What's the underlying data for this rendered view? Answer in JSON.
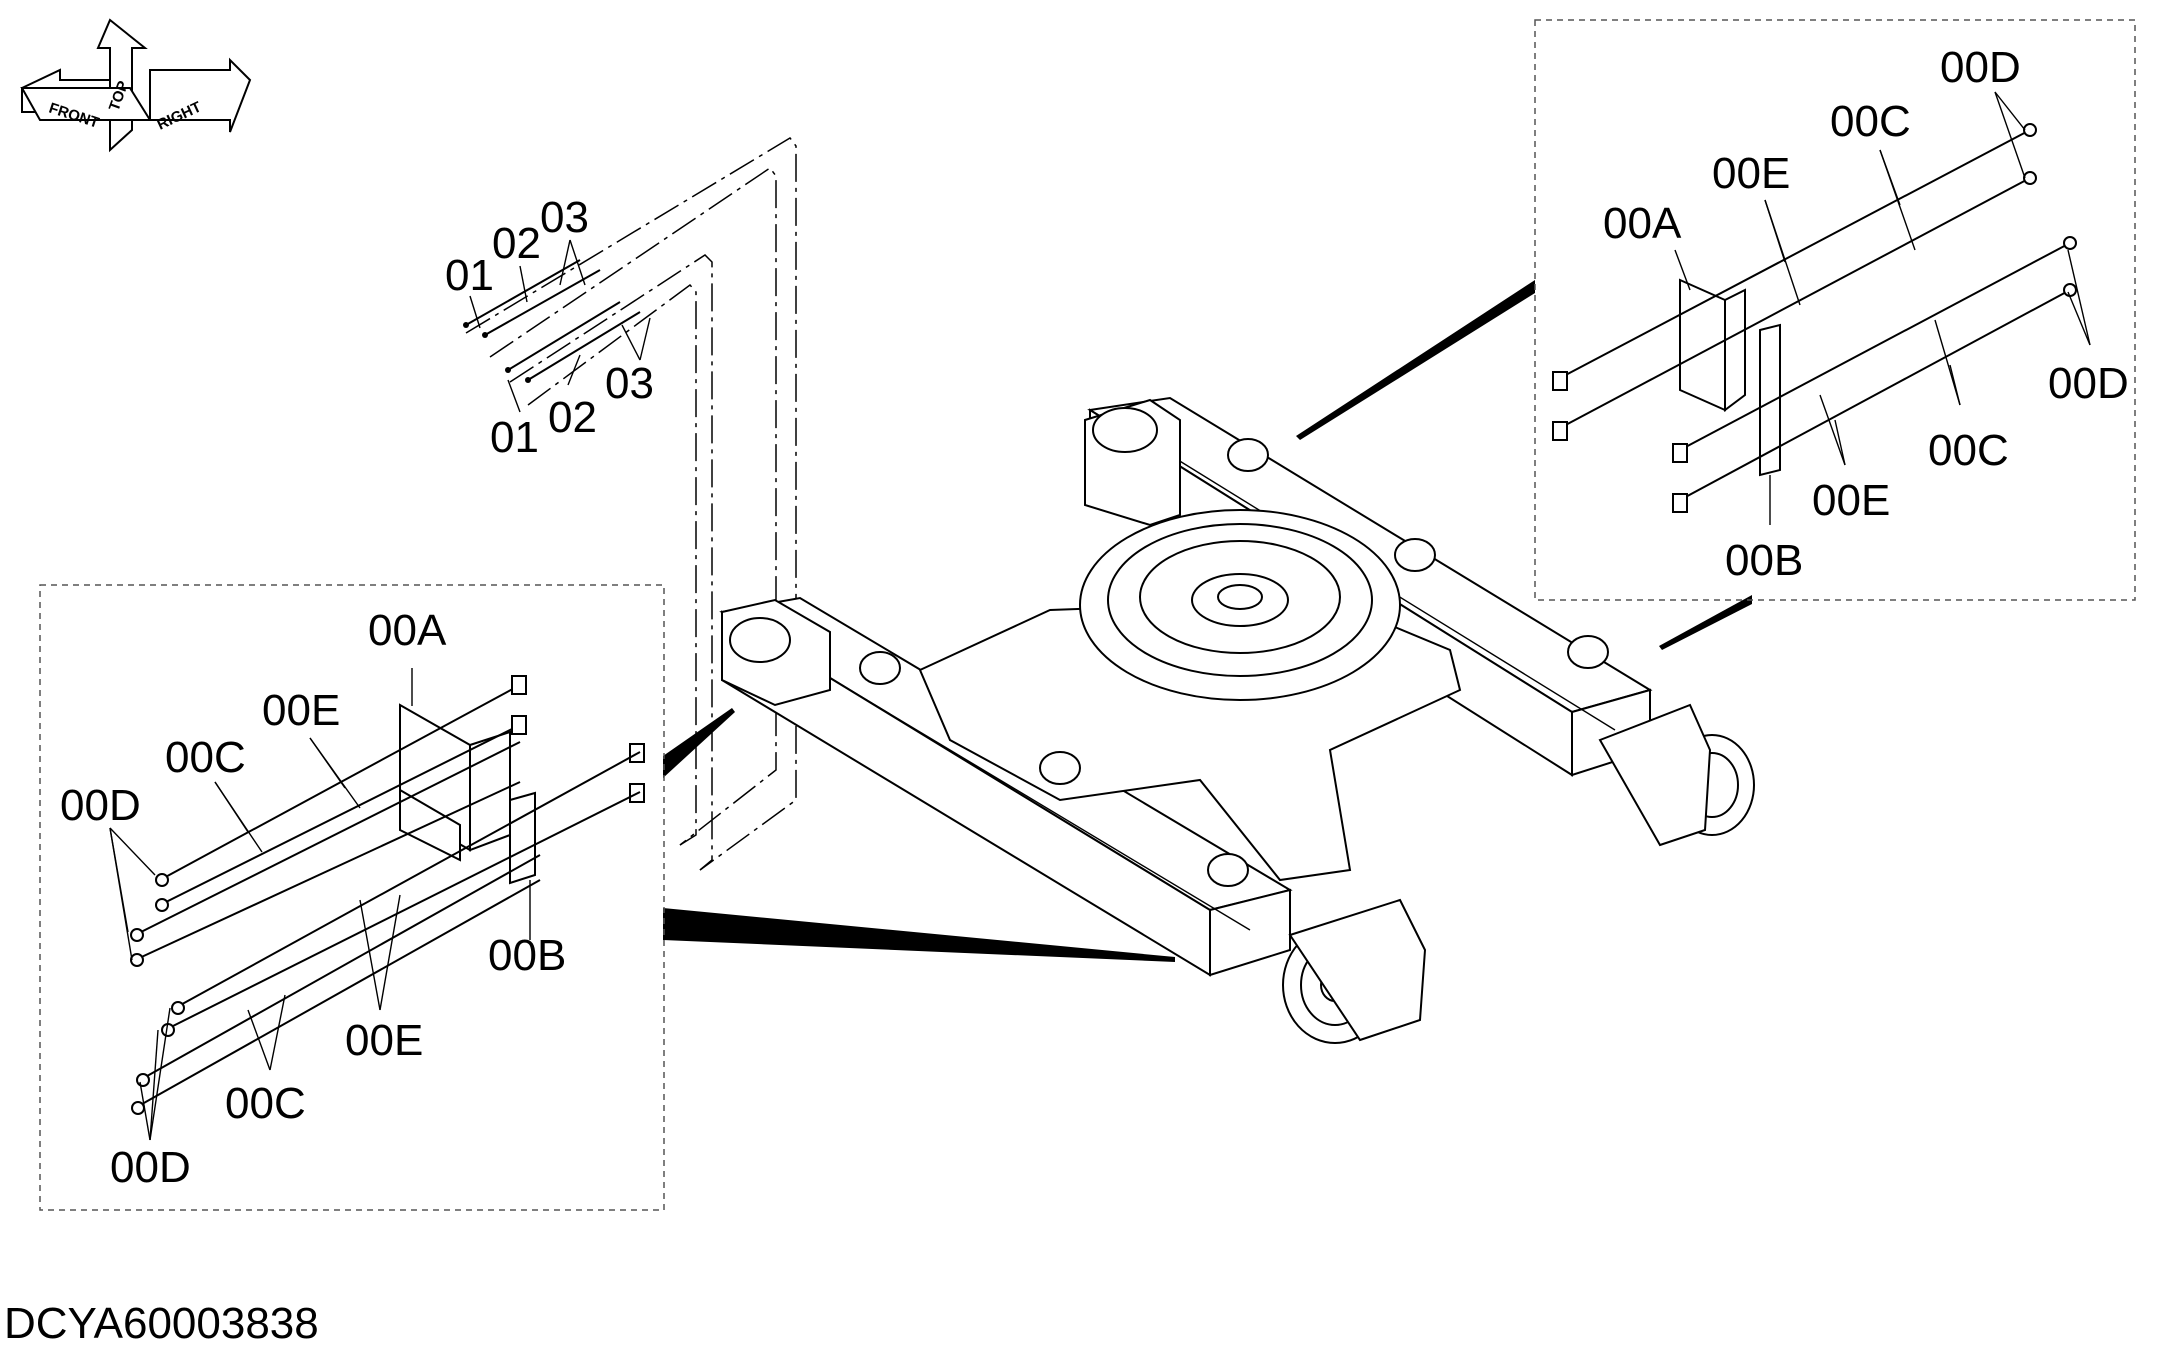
{
  "document_id": "DCYA60003838",
  "orientation": {
    "front": "FRONT",
    "top": "TOP",
    "right": "RIGHT"
  },
  "top_pipe_labels": [
    "01",
    "02",
    "03",
    "01",
    "02",
    "03"
  ],
  "left_detail_labels": [
    "00A",
    "00E",
    "00C",
    "00D",
    "00B",
    "00E",
    "00C",
    "00D"
  ],
  "right_detail_labels": [
    "00D",
    "00C",
    "00E",
    "00A",
    "00D",
    "00C",
    "00E",
    "00B"
  ]
}
